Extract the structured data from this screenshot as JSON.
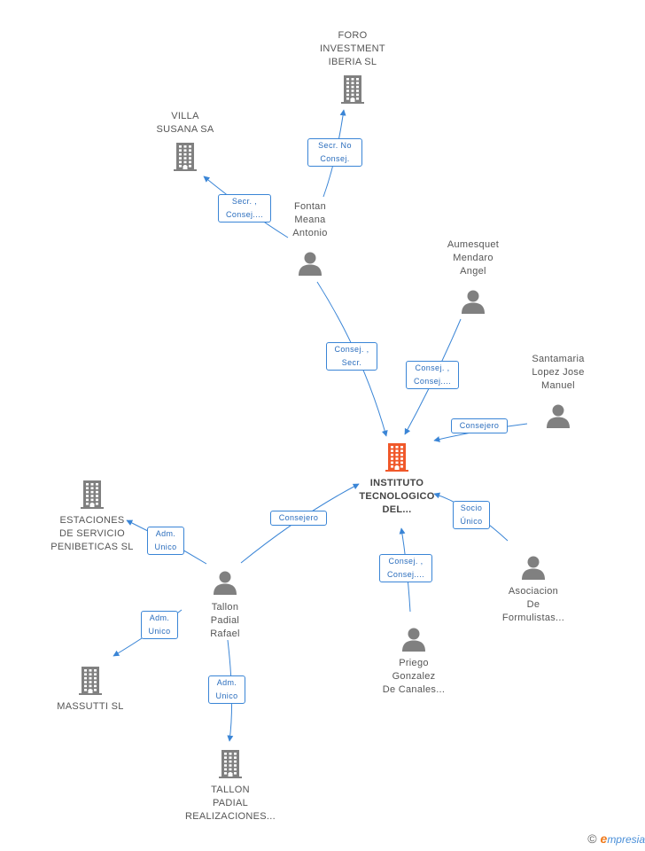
{
  "colors": {
    "edge": "#3a85d6",
    "node_gray": "#808080",
    "main_orange": "#f0582a"
  },
  "nodes": [
    {
      "id": "instituto",
      "kind": "building-main",
      "label": "INSTITUTO\nTECNOLOGICO\nDEL..."
    },
    {
      "id": "foro",
      "kind": "building",
      "label": "FORO\nINVESTMENT\nIBERIA  SL"
    },
    {
      "id": "villa",
      "kind": "building",
      "label": "VILLA\nSUSANA SA"
    },
    {
      "id": "fontan",
      "kind": "person",
      "label": "Fontan\nMeana\nAntonio"
    },
    {
      "id": "aumesquet",
      "kind": "person",
      "label": "Aumesquet\nMendaro\nAngel"
    },
    {
      "id": "santamaria",
      "kind": "person",
      "label": "Santamaria\nLopez Jose\nManuel"
    },
    {
      "id": "asociacion",
      "kind": "person",
      "label": "Asociacion\nDe\nFormulistas..."
    },
    {
      "id": "priego",
      "kind": "person",
      "label": "Priego\nGonzalez\nDe Canales..."
    },
    {
      "id": "tallon",
      "kind": "person",
      "label": "Tallon\nPadial\nRafael"
    },
    {
      "id": "estaciones",
      "kind": "building",
      "label": "ESTACIONES\nDE SERVICIO\nPENIBETICAS SL"
    },
    {
      "id": "massutti",
      "kind": "building",
      "label": "MASSUTTI SL"
    },
    {
      "id": "tallon_real",
      "kind": "building",
      "label": "TALLON\nPADIAL\nREALIZACIONES..."
    }
  ],
  "edges": [
    {
      "from": "fontan",
      "to": "foro",
      "label": "Secr. No\nConsej."
    },
    {
      "from": "fontan",
      "to": "villa",
      "label": "Secr. ,\nConsej...."
    },
    {
      "from": "fontan",
      "to": "instituto",
      "label": "Consej. ,\nSecr."
    },
    {
      "from": "aumesquet",
      "to": "instituto",
      "label": "Consej. ,\nConsej...."
    },
    {
      "from": "santamaria",
      "to": "instituto",
      "label": "Consejero"
    },
    {
      "from": "asociacion",
      "to": "instituto",
      "label": "Socio\nÚnico"
    },
    {
      "from": "priego",
      "to": "instituto",
      "label": "Consej. ,\nConsej...."
    },
    {
      "from": "tallon",
      "to": "instituto",
      "label": "Consejero"
    },
    {
      "from": "tallon",
      "to": "estaciones",
      "label": "Adm.\nUnico"
    },
    {
      "from": "tallon",
      "to": "massutti",
      "label": "Adm.\nUnico"
    },
    {
      "from": "tallon",
      "to": "tallon_real",
      "label": "Adm.\nUnico"
    }
  ],
  "footer": {
    "copyright": "©",
    "brand_initial": "e",
    "brand_rest": "mpresia"
  }
}
